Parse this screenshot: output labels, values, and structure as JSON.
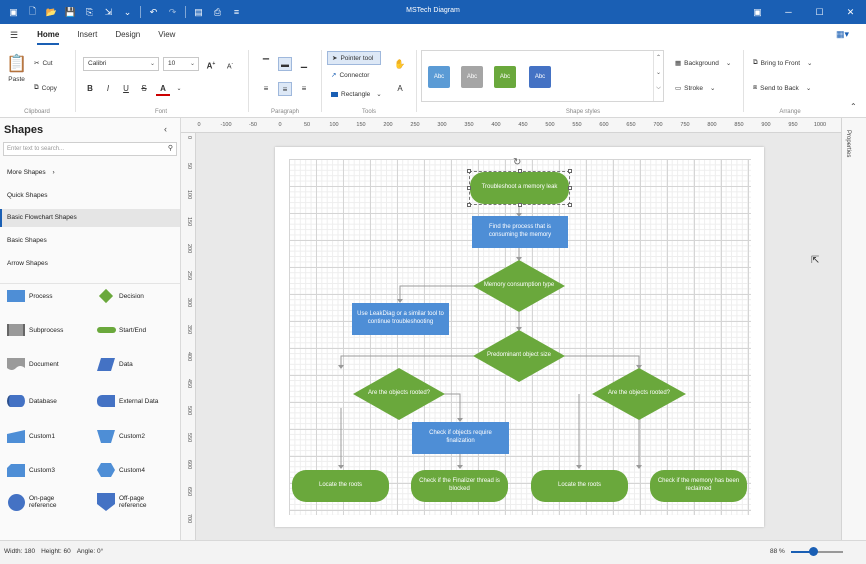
{
  "app": {
    "title": "MSTech Diagram"
  },
  "quick_access": {
    "icons": [
      "app-icon",
      "new-icon",
      "open-icon",
      "save-icon",
      "save-all-icon",
      "export-icon",
      "dropdown-icon",
      "undo-icon",
      "redo-icon",
      "print-preview-icon",
      "print-icon",
      "customize-icon"
    ]
  },
  "tabs": [
    "Home",
    "Insert",
    "Design",
    "View"
  ],
  "active_tab": "Home",
  "ribbon": {
    "clipboard": {
      "label": "Clipboard",
      "paste": "Paste",
      "cut": "Cut",
      "copy": "Copy"
    },
    "font": {
      "label": "Font",
      "family": "Calibri",
      "size": "10",
      "bold": "B",
      "italic": "I",
      "underline": "U",
      "strike": "S",
      "color": "A"
    },
    "paragraph": {
      "label": "Paragraph"
    },
    "tools": {
      "label": "Tools",
      "pointer": "Pointer tool",
      "connector": "Connector",
      "rectangle": "Rectangle"
    },
    "shape_styles": {
      "label": "Shape styles",
      "swatches": [
        {
          "text": "Abc",
          "color": "#5b9bd5"
        },
        {
          "text": "Abc",
          "color": "#a5a5a5"
        },
        {
          "text": "Abc",
          "color": "#6aa83c"
        },
        {
          "text": "Abc",
          "color": "#4472c4"
        }
      ],
      "background": "Background",
      "stroke": "Stroke"
    },
    "arrange": {
      "label": "Arrange",
      "bring_to_front": "Bring to Front",
      "send_to_back": "Send to Back"
    }
  },
  "shapes_panel": {
    "title": "Shapes",
    "search_placeholder": "Enter text to search...",
    "categories": [
      "More Shapes",
      "Quick Shapes",
      "Basic Flowchart Shapes",
      "Basic Shapes",
      "Arrow Shapes"
    ],
    "selected_category": "Basic Flowchart Shapes",
    "items": [
      {
        "label": "Process",
        "icon": "process-shape-icon"
      },
      {
        "label": "Decision",
        "icon": "decision-shape-icon"
      },
      {
        "label": "Subprocess",
        "icon": "subprocess-shape-icon"
      },
      {
        "label": "Start/End",
        "icon": "start-end-shape-icon"
      },
      {
        "label": "Document",
        "icon": "document-shape-icon"
      },
      {
        "label": "Data",
        "icon": "data-shape-icon"
      },
      {
        "label": "Database",
        "icon": "database-shape-icon"
      },
      {
        "label": "External Data",
        "icon": "external-data-shape-icon"
      },
      {
        "label": "Custom1",
        "icon": "custom1-shape-icon"
      },
      {
        "label": "Custom2",
        "icon": "custom2-shape-icon"
      },
      {
        "label": "Custom3",
        "icon": "custom3-shape-icon"
      },
      {
        "label": "Custom4",
        "icon": "custom4-shape-icon"
      },
      {
        "label": "On-page reference",
        "icon": "on-page-reference-shape-icon"
      },
      {
        "label": "Off-page reference",
        "icon": "off-page-reference-shape-icon"
      }
    ]
  },
  "rulers": {
    "horizontal": [
      "0",
      "-100",
      "-50",
      "0",
      "50",
      "100",
      "150",
      "200",
      "250",
      "300",
      "350",
      "400",
      "450",
      "500",
      "550",
      "600",
      "650",
      "700",
      "750",
      "800",
      "850",
      "900",
      "950",
      "1000"
    ],
    "vertical": [
      "0",
      "50",
      "100",
      "150",
      "200",
      "250",
      "300",
      "350",
      "400",
      "450",
      "500",
      "550",
      "600",
      "650",
      "700"
    ]
  },
  "diagram": {
    "nodes": [
      {
        "id": "n1",
        "type": "terminal",
        "text": "Troubleshoot a memory leak",
        "selected": true
      },
      {
        "id": "n2",
        "type": "process",
        "text": "Find the process that is consuming the memory"
      },
      {
        "id": "n3",
        "type": "decision",
        "text": "Memory consumption type"
      },
      {
        "id": "n4",
        "type": "process",
        "text": "Use LeakDiag or a similar tool to continue troubleshooting"
      },
      {
        "id": "n5",
        "type": "decision",
        "text": "Predominant object size"
      },
      {
        "id": "n6",
        "type": "decision",
        "text": "Are the objects rooted?"
      },
      {
        "id": "n7",
        "type": "decision",
        "text": "Are the objects rooted?"
      },
      {
        "id": "n8",
        "type": "process",
        "text": "Check if objects require finalization"
      },
      {
        "id": "n9",
        "type": "terminal",
        "text": "Locate the roots"
      },
      {
        "id": "n10",
        "type": "terminal",
        "text": "Check if the Finalizer thread is blocked"
      },
      {
        "id": "n11",
        "type": "terminal",
        "text": "Locate the roots"
      },
      {
        "id": "n12",
        "type": "terminal",
        "text": "Check if the memory has been reclaimed"
      }
    ]
  },
  "properties_panel": {
    "label": "Properties"
  },
  "status_bar": {
    "width": "Width: 180",
    "height": "Height: 60",
    "angle": "Angle: 0°",
    "zoom_label": "88 %",
    "zoom_fraction": 0.42
  }
}
